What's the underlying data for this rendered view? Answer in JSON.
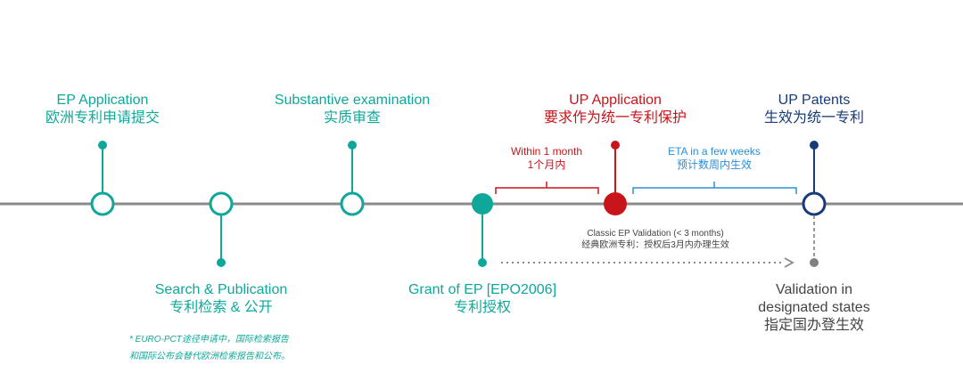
{
  "colors": {
    "teal": "#0fa79a",
    "red": "#c8151b",
    "navy": "#173b78",
    "blue": "#2b8fd6",
    "grey": "#808080",
    "timeline": "#8a8a8a"
  },
  "milestones": [
    {
      "en": "EP Application",
      "zh": "欧洲专利申请提交"
    },
    {
      "en": "Search & Publication",
      "zh": "专利检索 & 公开"
    },
    {
      "en": "Substantive examination",
      "zh": "实质审查"
    },
    {
      "en": "Grant of EP [EPO2006]",
      "zh": "专利授权"
    },
    {
      "en": "UP Application",
      "zh": "要求作为统一专利保护"
    },
    {
      "en": "UP Patents",
      "zh": "生效为统一专利"
    },
    {
      "en": "Validation in",
      "en2": "designated states",
      "zh": "指定国办登生效"
    }
  ],
  "intervals": {
    "within_month": {
      "en": "Within 1 month",
      "zh": "1个月内"
    },
    "eta": {
      "en": "ETA in a few weeks",
      "zh": "预计数周内生效"
    },
    "classic": {
      "en": "Classic EP Validation (< 3 months)",
      "zh": "经典欧洲专利：授权后3月内办理生效"
    }
  },
  "note": {
    "line1": "* EURO-PCT途径申请中，国际检索报告",
    "line2": "和国际公布会替代欧洲检索报告和公布。"
  }
}
